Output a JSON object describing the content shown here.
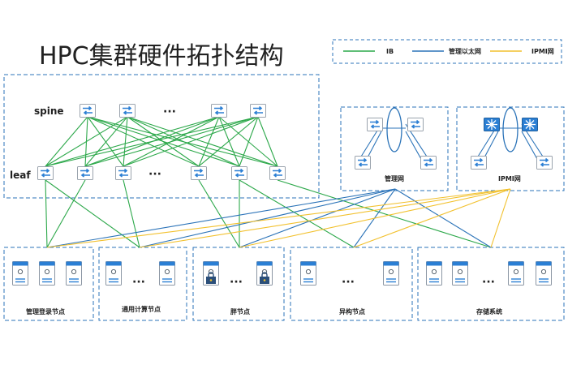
{
  "title": "HPC集群硬件拓扑结构",
  "legend": {
    "ib": "IB",
    "mgmt_ethernet": "管理以太网",
    "ipmi": "IPMI网"
  },
  "colors": {
    "ib": "#2ca84a",
    "mgmt": "#2b73b8",
    "ipmi": "#f2c12e",
    "frame": "#2b73b8",
    "device": "#2b7fd4"
  },
  "fabric": {
    "spine_label": "spine",
    "leaf_label": "leaf",
    "ellipsis": "···"
  },
  "networks": {
    "mgmt_label": "管理网",
    "ipmi_label": "IPMI网"
  },
  "node_groups": [
    {
      "label": "管理登录节点"
    },
    {
      "label": "通用计算节点"
    },
    {
      "label": "胖节点"
    },
    {
      "label": "异构节点"
    },
    {
      "label": "存储系统"
    }
  ]
}
